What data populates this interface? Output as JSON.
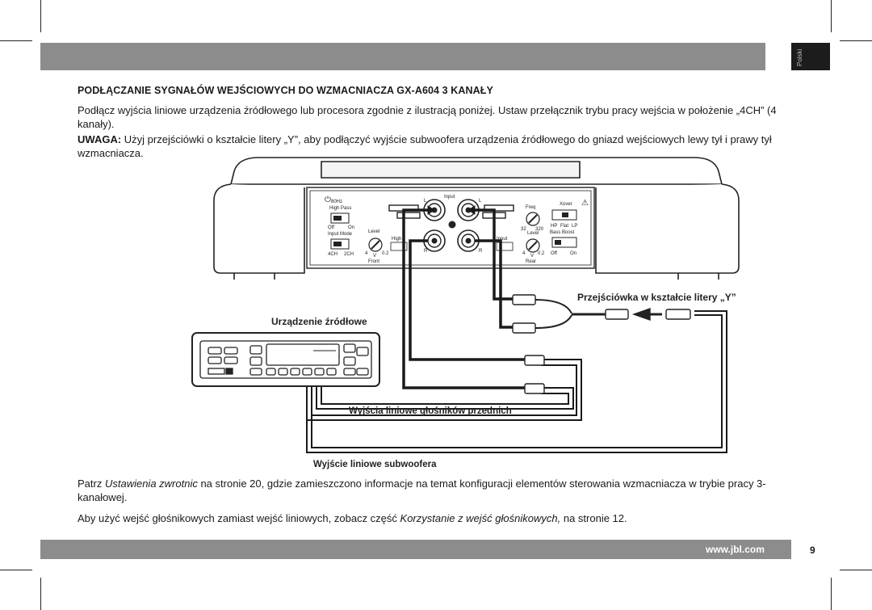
{
  "header": {
    "language_tab": "Polski"
  },
  "heading": "PODŁĄCZANIE SYGNAŁÓW WEJŚCIOWYCH DO WZMACNIACZA GX-A604 3 KANAŁY",
  "paragraph1": "Podłącz wyjścia liniowe urządzenia źródłowego lub procesora zgodnie z ilustracją poniżej. Ustaw przełącznik trybu pracy wejścia w położenie „4CH” (4 kanały).",
  "note": {
    "label": "UWAGA:",
    "text": "Użyj przejściówki o kształcie litery „Y”, aby podłączyć wyjście subwoofera urządzenia źródłowego do gniazd wejściowych lewy tył i prawy tył wzmacniacza."
  },
  "diagram": {
    "amp_panel": {
      "hz80": "80Hz",
      "high_pass": "High Pass",
      "off": "Off",
      "on": "On",
      "input_mode": "Input Mode",
      "ch4": "4CH",
      "ch2": "2CH",
      "level": "Level",
      "level_min": "4",
      "level_max": "0.2",
      "level_v": "V",
      "high": "High",
      "input": "Input",
      "l": "L",
      "r": "R",
      "front": "Front",
      "rear": "Rear",
      "freq": "Freq",
      "freq_min": "32",
      "freq_max": "320",
      "xover": "Xover",
      "hp": "HP",
      "flat": "Flat",
      "lp": "LP",
      "bass_boost": "Bass Boost",
      "bb_off": "Off",
      "bb_on": "On"
    },
    "y_adapter_label": "Przejściówka w kształcie litery „Y”",
    "source_unit_label": "Urządzenie źródłowe",
    "front_outputs_label": "Wyjścia liniowe głośników przednich",
    "sub_output_label": "Wyjście liniowe subwoofera"
  },
  "paragraph3": {
    "before": "Patrz ",
    "italic": "Ustawienia zwrotnic",
    "after": " na stronie 20, gdzie zamieszczono informacje na temat konfiguracji elementów sterowania wzmacniacza w trybie pracy 3-kanałowej."
  },
  "paragraph4": {
    "before": "Aby użyć wejść głośnikowych zamiast wejść liniowych, zobacz część ",
    "italic": "Korzystanie z wejść głośnikowych,",
    "after": " na stronie 12."
  },
  "footer": {
    "url": "www.jbl.com",
    "page_number": "9"
  }
}
